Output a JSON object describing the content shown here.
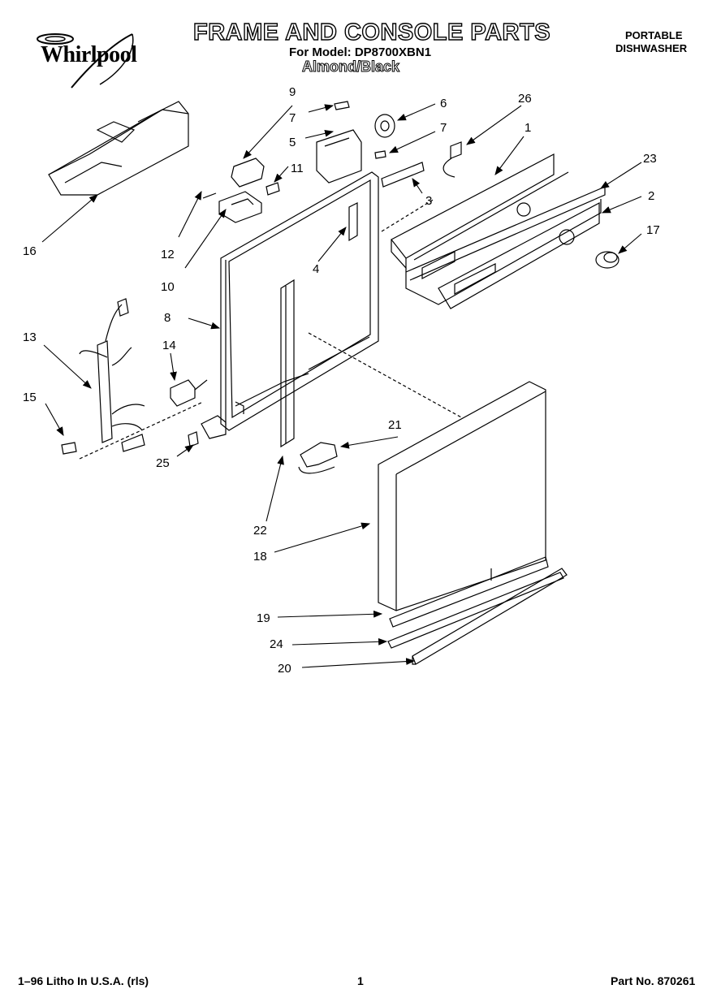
{
  "header": {
    "brand": "Whirlpool",
    "title": "FRAME AND CONSOLE PARTS",
    "model_line": "For Model: DP8700XBN1",
    "color_line": "Almond/Black",
    "product_type_line1": "PORTABLE",
    "product_type_line2": "DISHWASHER"
  },
  "footer": {
    "litho": "1–96 Litho In U.S.A. (rls)",
    "page": "1",
    "part_no": "Part No. 870261"
  },
  "callouts": {
    "c1": "1",
    "c2": "2",
    "c3": "3",
    "c4": "4",
    "c5": "5",
    "c6": "6",
    "c7a": "7",
    "c7b": "7",
    "c8": "8",
    "c9": "9",
    "c10": "10",
    "c11": "11",
    "c12": "12",
    "c13": "13",
    "c14": "14",
    "c15": "15",
    "c16": "16",
    "c17": "17",
    "c18": "18",
    "c19": "19",
    "c20": "20",
    "c21": "21",
    "c22": "22",
    "c23": "23",
    "c24": "24",
    "c25": "25",
    "c26": "26"
  }
}
